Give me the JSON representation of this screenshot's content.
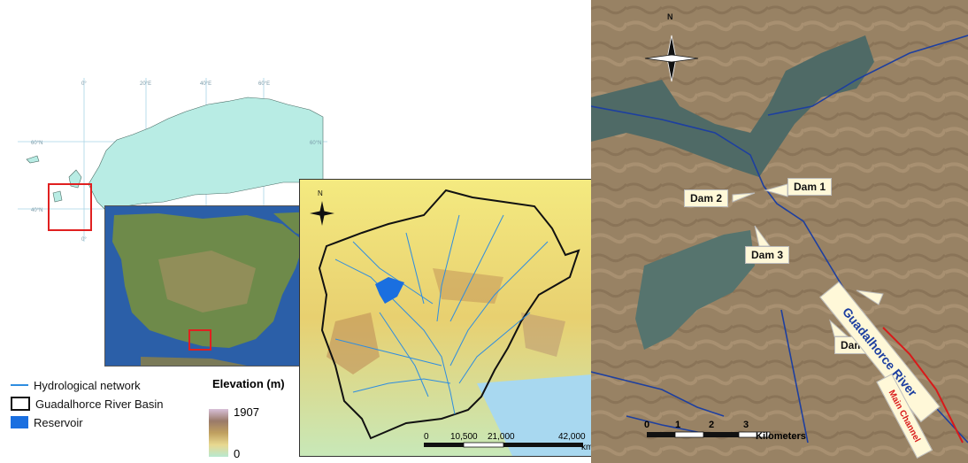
{
  "europe_map": {
    "lon_labels": [
      "0°",
      "20°E",
      "40°E",
      "60°E",
      "0°"
    ],
    "lat_labels": [
      "60°N",
      "40°N",
      "60°N"
    ],
    "colors": {
      "land": "#b8ece4",
      "grid": "#a9d4e6",
      "highlight": "#e02020"
    }
  },
  "basin_map": {
    "north_label": "N",
    "scale_labels": [
      "0",
      "10,500",
      "21,000",
      "42,000"
    ],
    "scale_unit": "km",
    "colors": {
      "river": "#2e8de0",
      "reservoir": "#1a6fe0",
      "boundary": "#111111"
    }
  },
  "legend": {
    "items": [
      {
        "label": "Hydrological network",
        "icon": "line-icon"
      },
      {
        "label": "Guadalhorce River Basin",
        "icon": "box-icon"
      },
      {
        "label": "Reservoir",
        "icon": "fill-icon"
      }
    ],
    "elevation_title": "Elevation (m)",
    "elevation_max": "1907",
    "elevation_min": "0"
  },
  "satellite": {
    "north_label": "N",
    "dams": [
      "Dam 1",
      "Dam 2",
      "Dam 3",
      "Dam 4"
    ],
    "river_label": "Guadalhorce River",
    "channel_label": "Main Channel",
    "scale_labels": [
      "0",
      "1",
      "2",
      "3"
    ],
    "scale_unit": "Kilometers",
    "colors": {
      "river": "#1d3fa0",
      "channel": "#d81a1a"
    }
  }
}
